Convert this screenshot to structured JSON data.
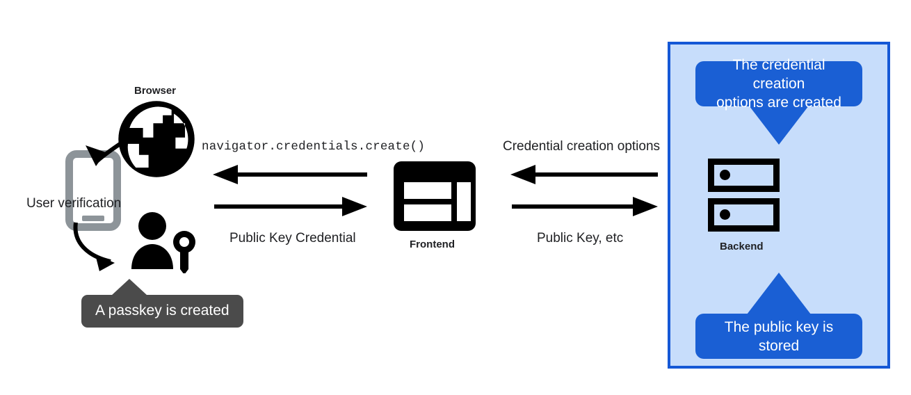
{
  "diagram": {
    "title": "Passkey registration flow",
    "colors": {
      "panel_fill": "#c7ddfb",
      "panel_border": "#1558d6",
      "callout_blue": "#1a5fd4",
      "tooltip_dark": "#4b4b4b",
      "phone_gray": "#8d9499",
      "icon_black": "#000000",
      "text": "#202124"
    }
  },
  "browser": {
    "label": "Browser",
    "icon": "globe-icon"
  },
  "phone": {
    "label": "User verification",
    "icon": "smartphone-icon"
  },
  "user": {
    "icon": "user-with-key-icon"
  },
  "passkey_tooltip": {
    "text": "A passkey is created"
  },
  "frontend": {
    "label": "Frontend",
    "icon": "web-layout-icon"
  },
  "backend": {
    "label": "Backend",
    "icon": "server-stack-icon"
  },
  "arrows": {
    "browser_frontend": {
      "top_label": "navigator.credentials.create()",
      "top_direction": "left",
      "bottom_label": "Public Key Credential",
      "bottom_direction": "right"
    },
    "frontend_backend": {
      "top_label": "Credential creation options",
      "top_direction": "left",
      "bottom_label": "Public Key, etc",
      "bottom_direction": "right"
    }
  },
  "callouts": {
    "top": {
      "line1": "The credential creation",
      "line2": "options are created"
    },
    "bottom": {
      "line1": "The public key is",
      "line2": "stored"
    }
  }
}
